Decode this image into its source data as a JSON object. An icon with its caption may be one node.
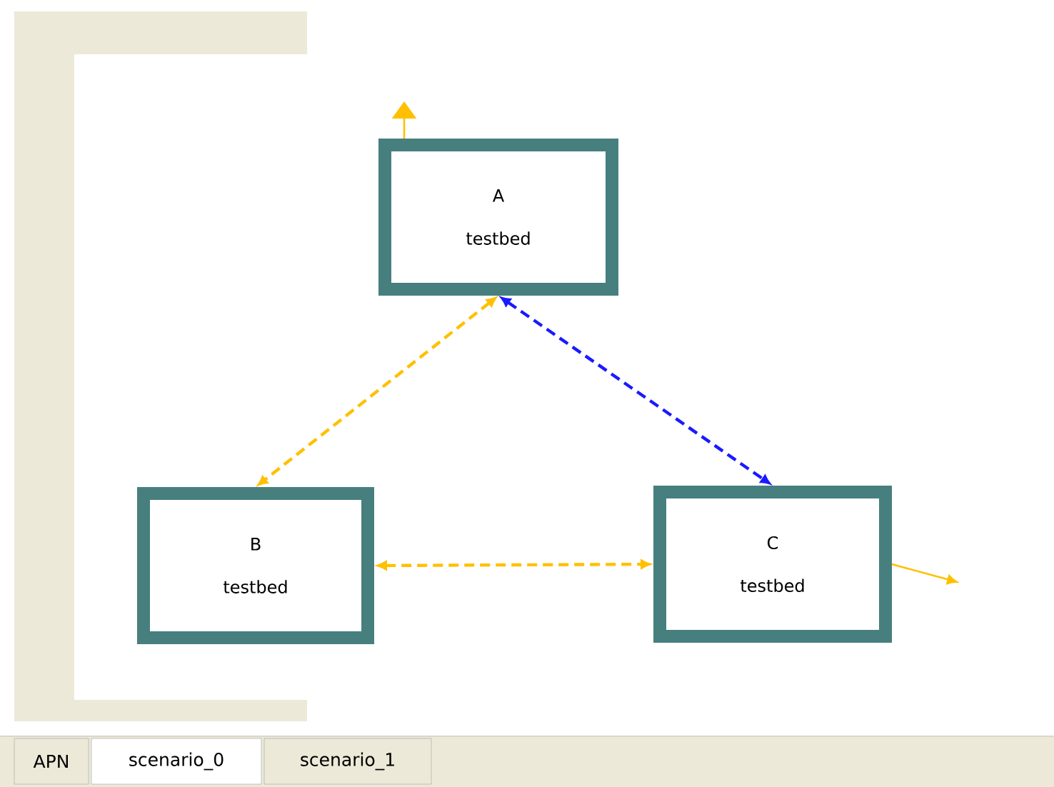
{
  "diagram": {
    "nodes": [
      {
        "text": [
          "A",
          "testbed"
        ]
      },
      {
        "text": [
          "B",
          "testbed"
        ]
      },
      {
        "text": [
          "C",
          "testbed"
        ]
      }
    ],
    "edges": [
      {
        "from": 0,
        "to": 1,
        "arrow": "both",
        "style": "dashed"
      },
      {
        "from": 0,
        "to": 2,
        "arrow": "both",
        "style": "dashed",
        "color": "#1a1aff"
      },
      {
        "from": 1,
        "to": 2,
        "arrow": "both",
        "style": "dashed"
      },
      {
        "from": 0,
        "to": null,
        "arrow": "to"
      },
      {
        "from": 2,
        "to": null,
        "arrow": "to"
      }
    ],
    "labels": [
      "APN",
      "scenario_0",
      "scenario_1"
    ]
  }
}
